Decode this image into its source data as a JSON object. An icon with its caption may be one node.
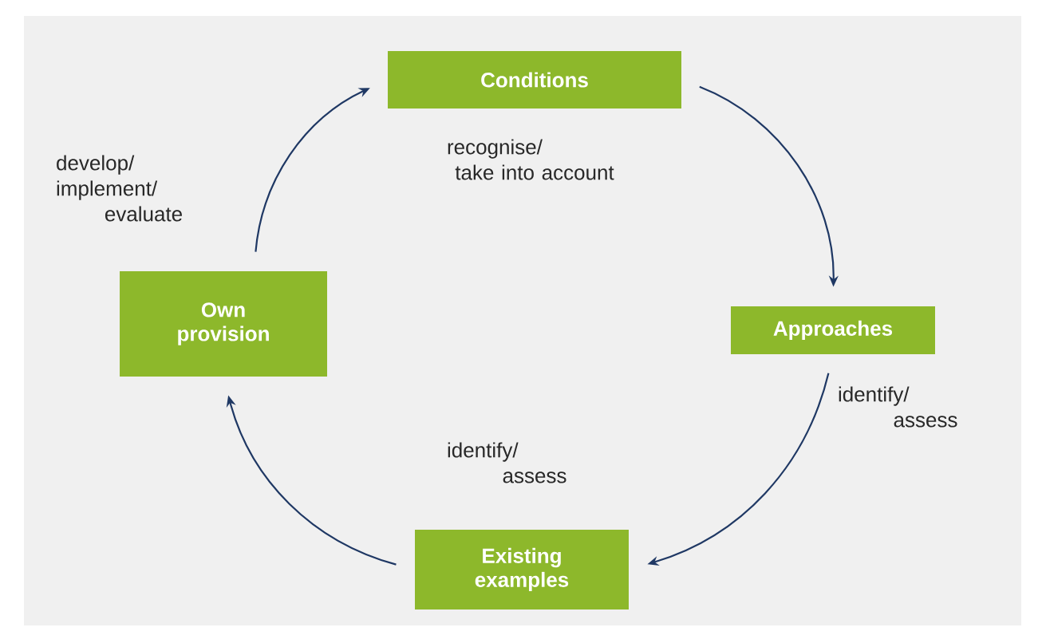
{
  "diagram": {
    "nodes": [
      {
        "text": [
          "Conditions"
        ]
      },
      {
        "text": [
          "Approaches"
        ]
      },
      {
        "text": [
          "Existing examples"
        ]
      },
      {
        "text": [
          "Own provision"
        ]
      }
    ],
    "edges": [
      {
        "from": 0,
        "to": 1,
        "arrow": "to",
        "label": "recognise/ take into account"
      },
      {
        "from": 1,
        "to": 2,
        "arrow": "to",
        "label": "identify/ assess"
      },
      {
        "from": 2,
        "to": 3,
        "arrow": "to",
        "label": "identify/ assess"
      },
      {
        "from": 3,
        "to": 0,
        "arrow": "to",
        "label": "develop/ implement/ evaluate"
      }
    ]
  }
}
